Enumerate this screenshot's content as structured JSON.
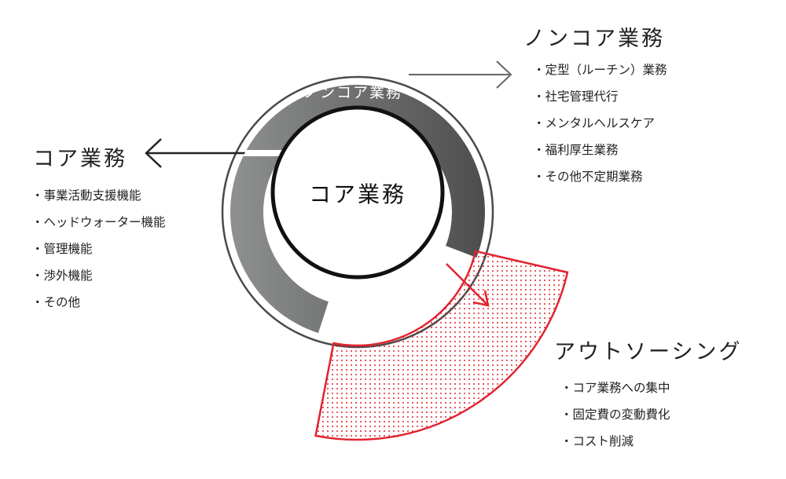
{
  "diagram": {
    "center_label": "コア業務",
    "ring_label": "ノンコア業務",
    "left": {
      "heading": "コア業務",
      "items": [
        "事業活動支援機能",
        "ヘッドウォーター機能",
        "管理機能",
        "渉外機能",
        "その他"
      ]
    },
    "right_top": {
      "heading": "ノンコア業務",
      "items": [
        "定型（ルーチン）業務",
        "社宅管理代行",
        "メンタルヘルスケア",
        "福利厚生業務",
        "その他不定期業務"
      ]
    },
    "right_bottom": {
      "heading": "アウトソーシング",
      "items": [
        "コア業務への集中",
        "固定費の変動費化",
        "コスト削減"
      ]
    },
    "colors": {
      "ring_dark": "#4d4d4d",
      "ring_light": "#8e918f",
      "outsourcing_red": "#e0242f",
      "outline": "#111111"
    }
  }
}
